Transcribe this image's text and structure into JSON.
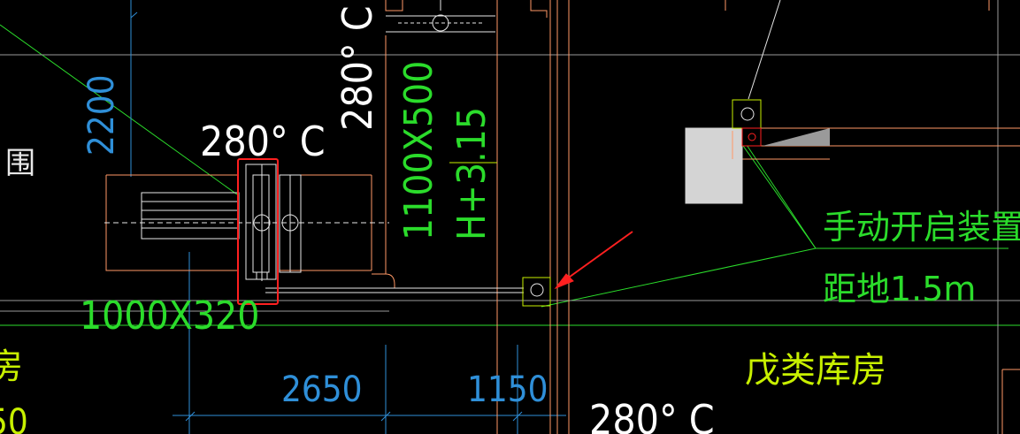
{
  "labels": {
    "temp_mid": "280° C",
    "temp_top_vertical": "280° C",
    "temp_bottom": "280° C",
    "dim_2200": "2200",
    "duct_size_vertical": "1100X500",
    "height_vertical": "H+3.15",
    "duct_size_horizontal": "1000X320",
    "manual_device": "手动开启装置",
    "height_from_floor": "距地1.5m",
    "dim_2650": "2650",
    "dim_1150": "1150",
    "room_right": "戊类库房",
    "room_left_fragment": "房",
    "left_bottom_fragment": "50",
    "left_char_fragment": "围"
  },
  "colors": {
    "background": "#000000",
    "wall": "#ff9966",
    "dimension": "#2f8fd8",
    "green": "#2bdc2b",
    "yellow_green": "#c8f000",
    "white": "#ffffff",
    "highlight": "#ff2020",
    "grey_block": "#d4d4d4"
  }
}
